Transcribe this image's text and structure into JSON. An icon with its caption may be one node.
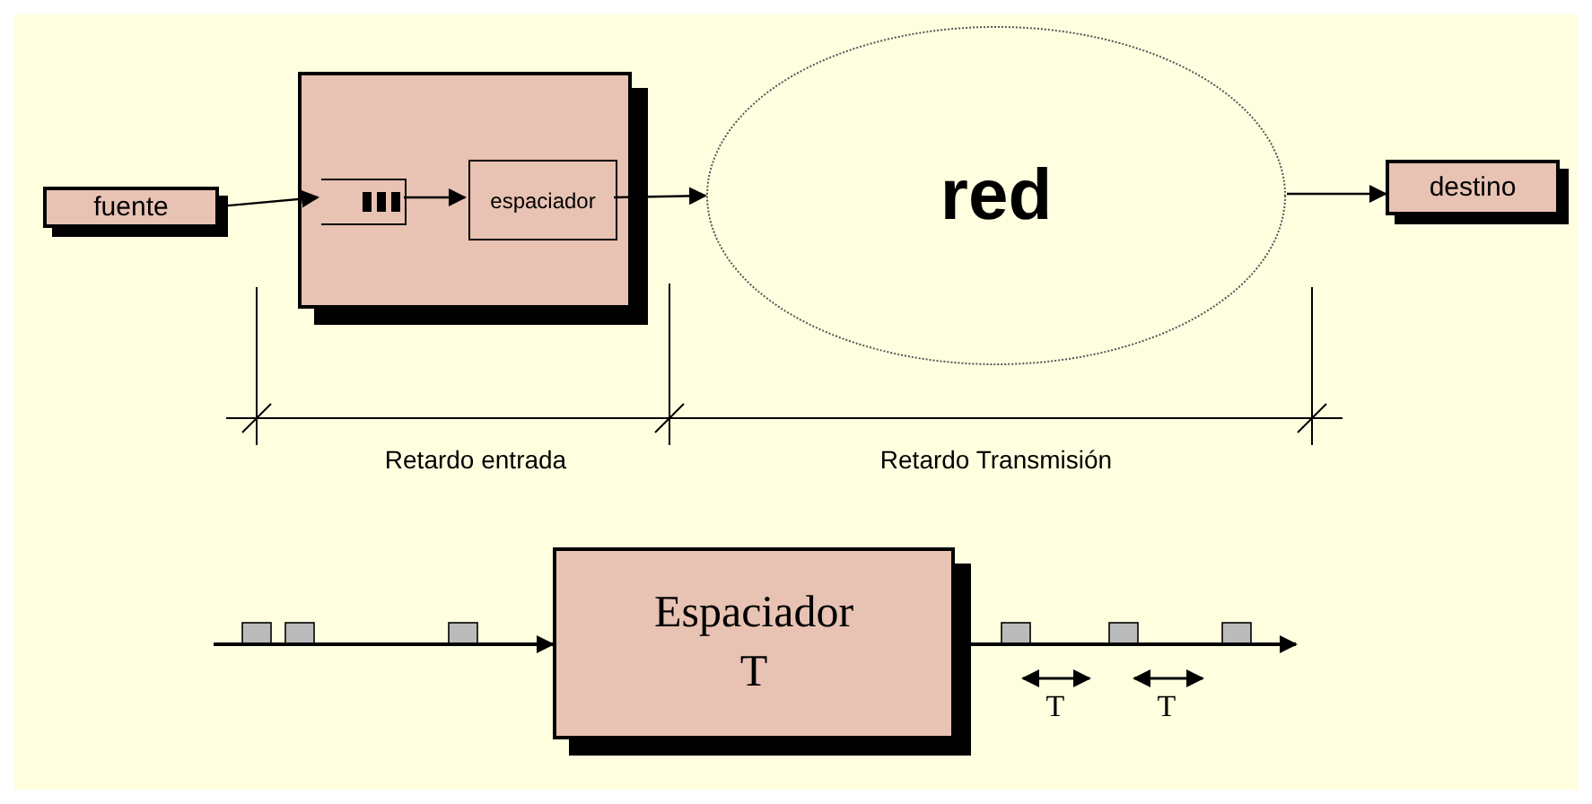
{
  "diagram": {
    "nodes": [
      {
        "text": [
          "fuente"
        ]
      },
      {
        "text": [],
        "shape": "box"
      },
      {
        "text": [],
        "shape": "queue",
        "in": 1
      },
      {
        "text": [
          "espaciador"
        ],
        "in": 1
      },
      {
        "text": [
          "red"
        ]
      },
      {
        "text": [
          "destino"
        ]
      },
      {
        "text": [
          "Espaciador T"
        ]
      }
    ],
    "edges": [
      {
        "from": 0,
        "to": 2,
        "arrow": "to"
      },
      {
        "from": 2,
        "to": 3,
        "arrow": "to"
      },
      {
        "from": 3,
        "to": 4,
        "arrow": "to"
      },
      {
        "from": 4,
        "to": 5,
        "arrow": "to"
      },
      {
        "from": null,
        "to": 6,
        "arrow": "to"
      },
      {
        "from": 6,
        "to": null,
        "arrow": "to"
      }
    ],
    "labels": [
      "Retardo entrada",
      "Retardo Transmisión",
      "T",
      "T"
    ]
  }
}
